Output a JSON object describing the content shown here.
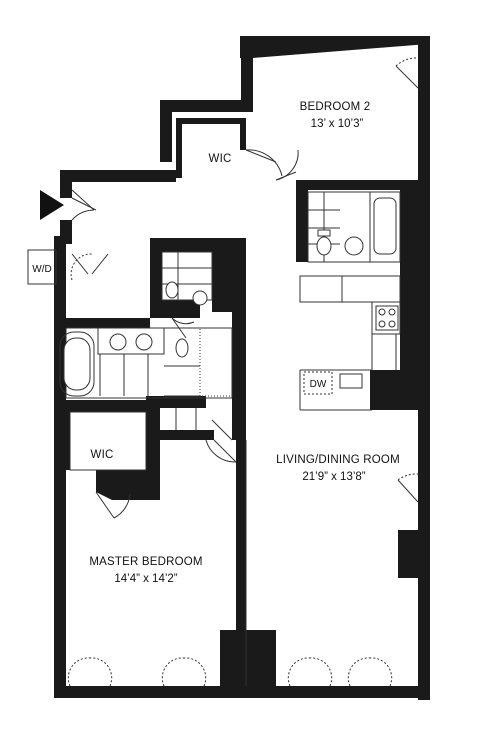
{
  "colors": {
    "wall": "#1a1a1a",
    "line": "#333333",
    "background": "#ffffff"
  },
  "rooms": {
    "bedroom2": {
      "name": "BEDROOM 2",
      "dims": "13’ x 10’3”"
    },
    "wic_upper": {
      "name": "WIC"
    },
    "living": {
      "name": "LIVING/DINING ROOM",
      "dims": "21’9” x 13’8”"
    },
    "wic_lower": {
      "name": "WIC"
    },
    "master": {
      "name": "MASTER BEDROOM",
      "dims": "14’4” x 14’2”"
    }
  },
  "fixtures": {
    "washer_dryer": "W/D",
    "dishwasher": "DW"
  },
  "icons": {
    "entry": "entry-arrow-icon"
  }
}
